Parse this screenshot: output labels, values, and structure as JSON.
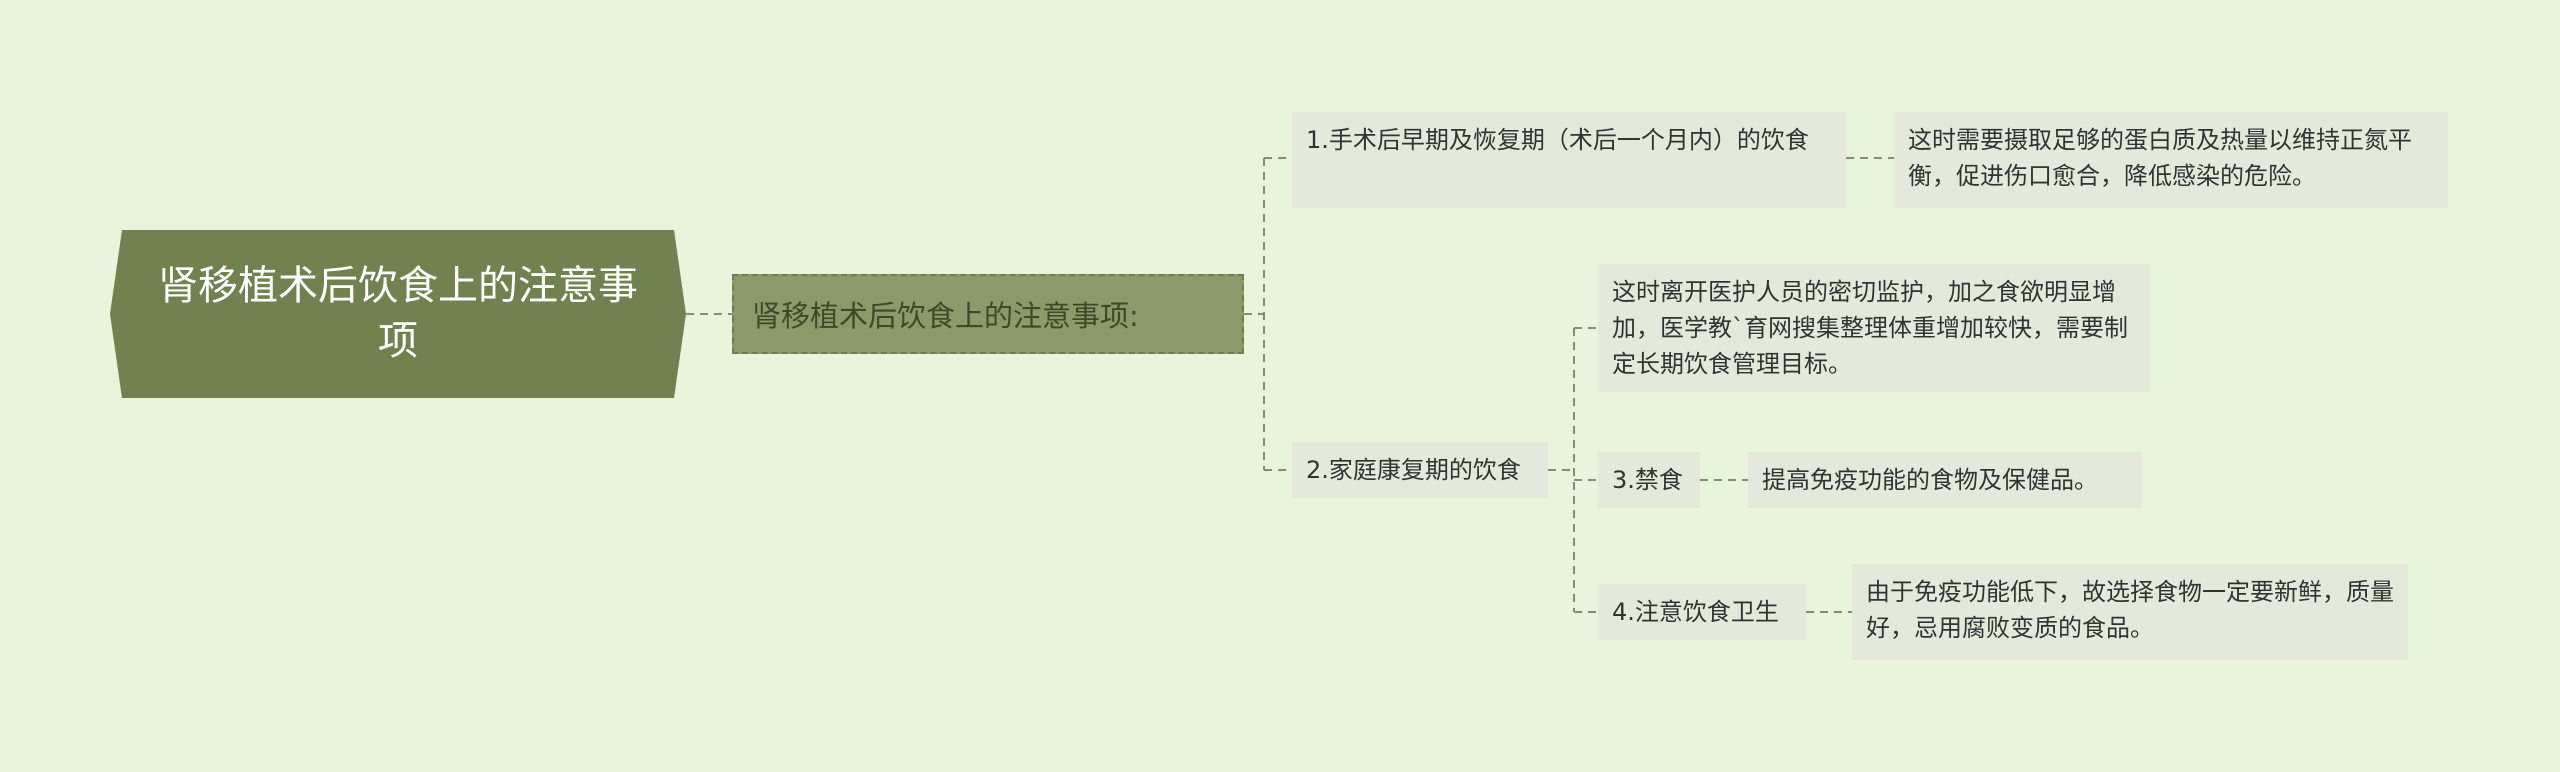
{
  "root": {
    "title": "肾移植术后饮食上的注意事项"
  },
  "main_topic": {
    "label": "肾移植术后饮食上的注意事项:"
  },
  "branches": [
    {
      "label": "1.手术后早期及恢复期（术后一个月内）的饮食",
      "detail": "这时需要摄取足够的蛋白质及热量以维持正氮平衡，促进伤口愈合，降低感染的危险。"
    },
    {
      "label": "2.家庭康复期的饮食",
      "children": [
        {
          "text": "这时离开医护人员的密切监护，加之食欲明显增加，医学教`育网搜集整理体重增加较快，需要制定长期饮食管理目标。"
        },
        {
          "label": "3.禁食",
          "detail": "提高免疫功能的食物及保健品。"
        },
        {
          "label": "4.注意饮食卫生",
          "detail": "由于免疫功能低下，故选择食物一定要新鲜，质量好，忌用腐败变质的食品。"
        }
      ]
    }
  ]
}
